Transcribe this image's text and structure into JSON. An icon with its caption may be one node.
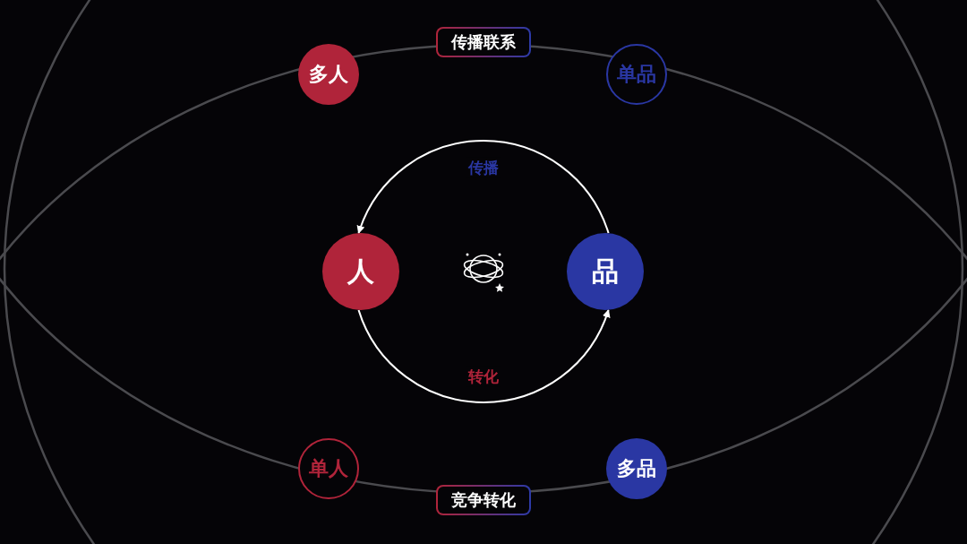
{
  "diagram": {
    "nodes": [
      {
        "text": [
          "传播联系"
        ]
      },
      {
        "text": [
          "多人"
        ]
      },
      {
        "text": [
          "单品"
        ]
      },
      {
        "text": [
          "人"
        ]
      },
      {
        "text": [
          "品"
        ]
      },
      {
        "text": [
          "单人"
        ]
      },
      {
        "text": [
          "多品"
        ]
      },
      {
        "text": [
          "竞争转化"
        ]
      }
    ],
    "edges": [
      {
        "from": 4,
        "to": 3,
        "arrow": "to",
        "label": "传播"
      },
      {
        "from": 3,
        "to": 4,
        "arrow": "to",
        "label": "转化"
      }
    ]
  }
}
